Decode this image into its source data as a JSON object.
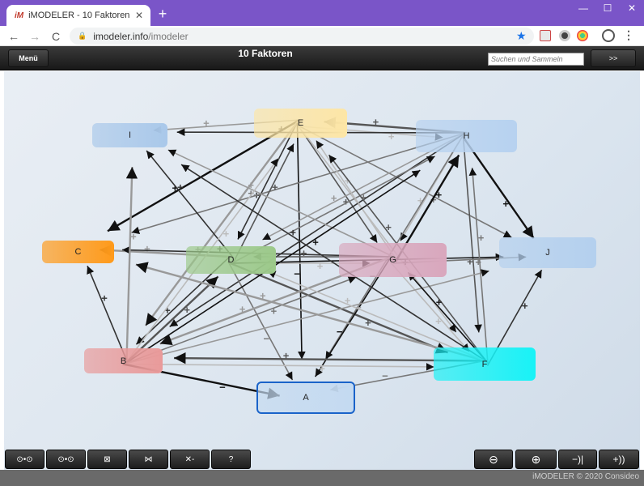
{
  "browser": {
    "tab_title": "iMODELER - 10 Faktoren",
    "favicon": "iM",
    "url_host": "imodeler.info",
    "url_path": "/imodeler",
    "new_tab": "+",
    "win_min": "—",
    "win_max": "☐",
    "win_close": "✕",
    "tab_close": "✕",
    "back": "←",
    "forward": "→",
    "reload": "C",
    "star": "★",
    "kebab": "⋮"
  },
  "app": {
    "menu_label": "Menü",
    "title": "10 Faktoren",
    "search_placeholder": "Suchen und Sammeln",
    "next_label": ">>"
  },
  "nodes": [
    {
      "id": "I",
      "label": "I",
      "color": "#a9c8ea"
    },
    {
      "id": "E",
      "label": "E",
      "color": "#fde6a6"
    },
    {
      "id": "H",
      "label": "H",
      "color": "#b7d2f0"
    },
    {
      "id": "C",
      "label": "C",
      "color": "#ff9a1a"
    },
    {
      "id": "D",
      "label": "D",
      "color": "#9cc98a"
    },
    {
      "id": "G",
      "label": "G",
      "color": "#d9a7bd"
    },
    {
      "id": "J",
      "label": "J",
      "color": "#b4d0ee"
    },
    {
      "id": "B",
      "label": "B",
      "color": "#e99a9a"
    },
    {
      "id": "F",
      "label": "F",
      "color": "#18f2f6"
    },
    {
      "id": "A",
      "label": "A",
      "color": "#c4daf1"
    }
  ],
  "toolbar": {
    "buttons": [
      {
        "name": "tool-connect-icon",
        "label": "⊙•⊙"
      },
      {
        "name": "tool-bike-icon",
        "label": "⊙•⊙"
      },
      {
        "name": "tool-matrix-icon",
        "label": "⊠"
      },
      {
        "name": "tool-network-icon",
        "label": "⋈"
      },
      {
        "name": "tool-weight-icon",
        "label": "✕-"
      },
      {
        "name": "help-icon",
        "label": "?"
      }
    ],
    "right_buttons": [
      {
        "name": "zoom-out-icon",
        "label": "⊖"
      },
      {
        "name": "zoom-in-icon",
        "label": "⊕"
      },
      {
        "name": "collapse-icon",
        "label": "−)|"
      },
      {
        "name": "expand-icon",
        "label": "+))"
      }
    ]
  },
  "footer": "iMODELER © 2020 Consideo"
}
